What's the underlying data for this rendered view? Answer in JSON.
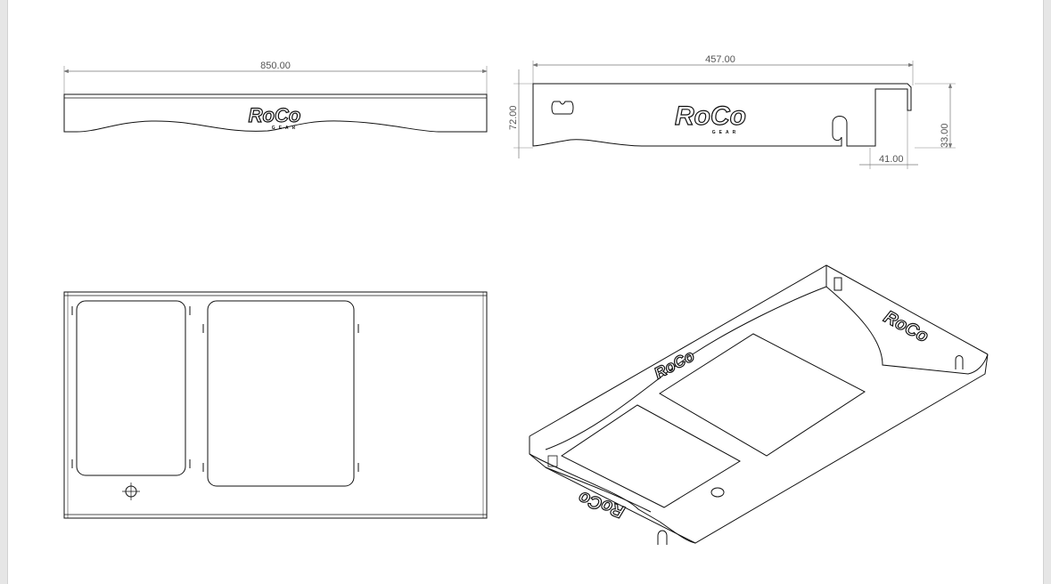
{
  "drawing": {
    "dimensions": {
      "front_width": "850.00",
      "side_width": "457.00",
      "side_height": "72.00",
      "hook_height": "33.00",
      "hook_offset": "41.00"
    },
    "logo": {
      "main": "RoCo",
      "sub": "GEAR"
    },
    "colors": {
      "line": "#111111",
      "dimension": "#777777",
      "sheet": "#ffffff",
      "background": "#e6e6e6"
    }
  }
}
